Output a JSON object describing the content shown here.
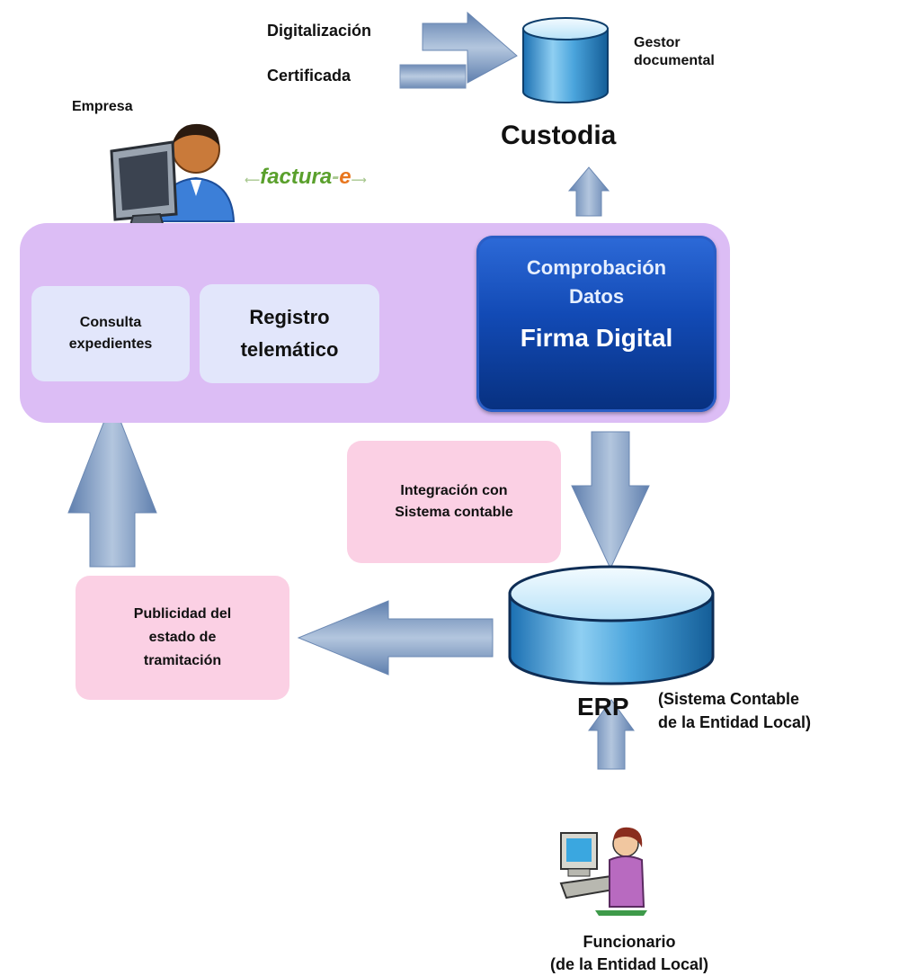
{
  "empresa": "Empresa",
  "factura_logo": {
    "main": "factura",
    "suffix": "e"
  },
  "digitalizacion": "Digitalización",
  "certificada": "Certificada",
  "gestor_documental": "Gestor\ndocumental",
  "custodia": "Custodia",
  "consulta_expedientes": "Consulta\nexpedientes",
  "registro_telematico": "Registro\ntelemático",
  "comprobacion_datos": "Comprobación\nDatos",
  "firma_digital": "Firma Digital",
  "integracion": "Integración con\nSistema contable",
  "publicidad": "Publicidad del\nestado de\ntramitación",
  "erp": "ERP",
  "erp_desc": "(Sistema Contable\nde la Entidad Local)",
  "funcionario": "Funcionario\n(de la Entidad Local)",
  "icons": [
    "person-at-computer-icon",
    "database-cylinder-icon",
    "clerk-at-computer-icon"
  ],
  "colors": {
    "panel": "#dcbdf5",
    "subbox": "#e2e6fb",
    "pink": "#fbd0e4",
    "dark_blue": "#0d3fa0",
    "arrow": "#7d9ac0",
    "logo_green": "#5aa02c",
    "logo_orange": "#e8761e"
  }
}
